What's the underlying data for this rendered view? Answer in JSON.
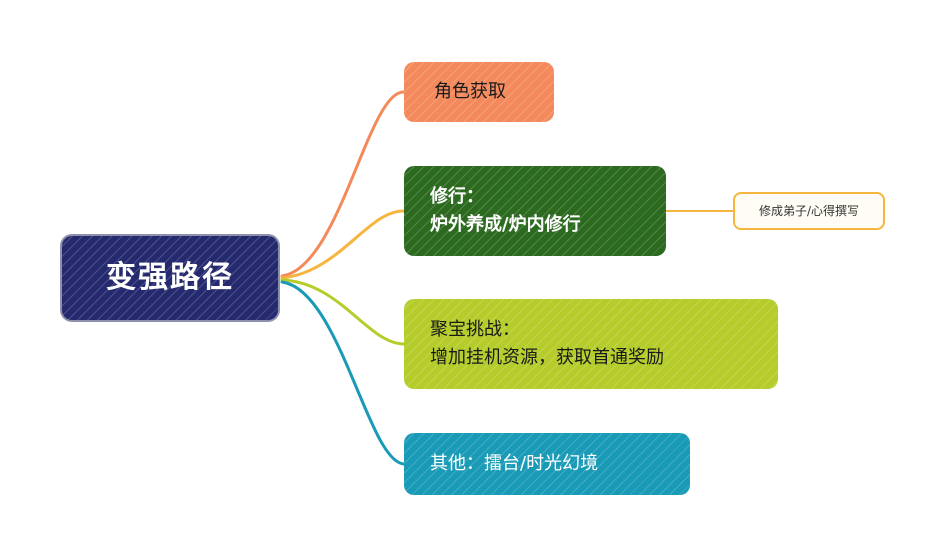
{
  "mindmap": {
    "root": {
      "label": "变强路径",
      "color": "#252a6e"
    },
    "branches": [
      {
        "id": "n1",
        "label": "角色获取",
        "color": "#f48a5c",
        "link_color": "#f48a5c"
      },
      {
        "id": "n2",
        "label": "修行：\n炉外养成/炉内修行",
        "color": "#2c6a1f",
        "link_color": "#f5b53f"
      },
      {
        "id": "n3",
        "label": "聚宝挑战：\n增加挂机资源，获取首通奖励",
        "color": "#b6cc2a",
        "link_color": "#b6cc2a"
      },
      {
        "id": "n4",
        "label": "其他：擂台/时光幻境",
        "color": "#199ab6",
        "link_color": "#199ab6"
      }
    ],
    "sub_branch": {
      "id": "n5",
      "parent": "n2",
      "label": "修成弟子/心得撰写",
      "color": "#f5b53f"
    }
  }
}
